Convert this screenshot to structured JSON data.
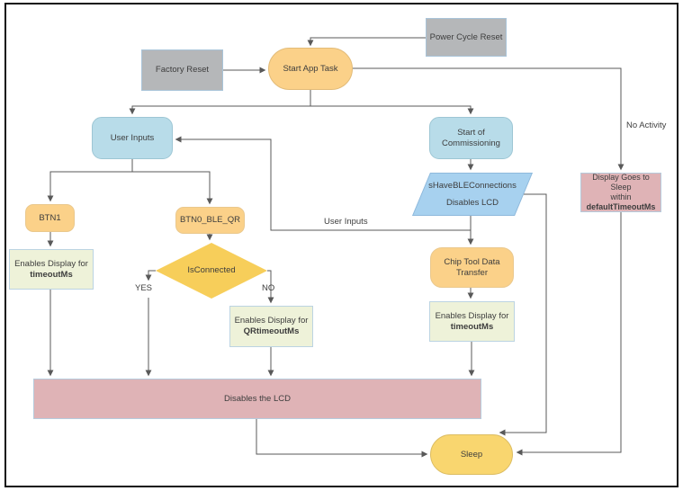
{
  "colors": {
    "process_orange": "#FBD189",
    "sleep_orange": "#F9D66F",
    "decision_yellow": "#F7CE5A",
    "terminal_gray": "#B5B7B9",
    "info_blue": "#B8DCE9",
    "data_blue": "#A7D1EF",
    "note_green": "#EEF2D9",
    "alert_pink": "#DFB3B6",
    "edge_gray": "#595959"
  },
  "nodes": {
    "power_cycle_reset": {
      "label": "Power Cycle Reset"
    },
    "factory_reset": {
      "label": "Factory Reset"
    },
    "start_app_task": {
      "label": "Start App Task"
    },
    "user_inputs": {
      "label": "User Inputs"
    },
    "start_of_commissioning": {
      "line1": "Start of",
      "line2": "Commissioning"
    },
    "ble_connections": {
      "line1": "sHaveBLEConnections",
      "line2": "Disables LCD"
    },
    "display_sleep": {
      "line1": "Display Goes to Sleep",
      "line2": "within",
      "bold": "defaultTimeoutMs"
    },
    "btn1": {
      "label": "BTN1"
    },
    "btn0_ble_qr": {
      "label": "BTN0_BLE_QR"
    },
    "is_connected": {
      "label": "IsConnected"
    },
    "enables_timeout_left": {
      "line1": "Enables Display for",
      "bold": "timeoutMs"
    },
    "enables_qr_timeout": {
      "line1": "Enables Display for",
      "bold": "QRtimeoutMs"
    },
    "chip_tool": {
      "line1": "Chip Tool Data",
      "line2": "Transfer"
    },
    "enables_timeout_right": {
      "line1": "Enables Display for",
      "bold": "timeoutMs"
    },
    "disables_lcd": {
      "label": "Disables the LCD"
    },
    "sleep": {
      "label": "Sleep"
    }
  },
  "edge_labels": {
    "no_activity": "No Activity",
    "user_inputs": "User Inputs",
    "yes": "YES",
    "no": "NO"
  }
}
